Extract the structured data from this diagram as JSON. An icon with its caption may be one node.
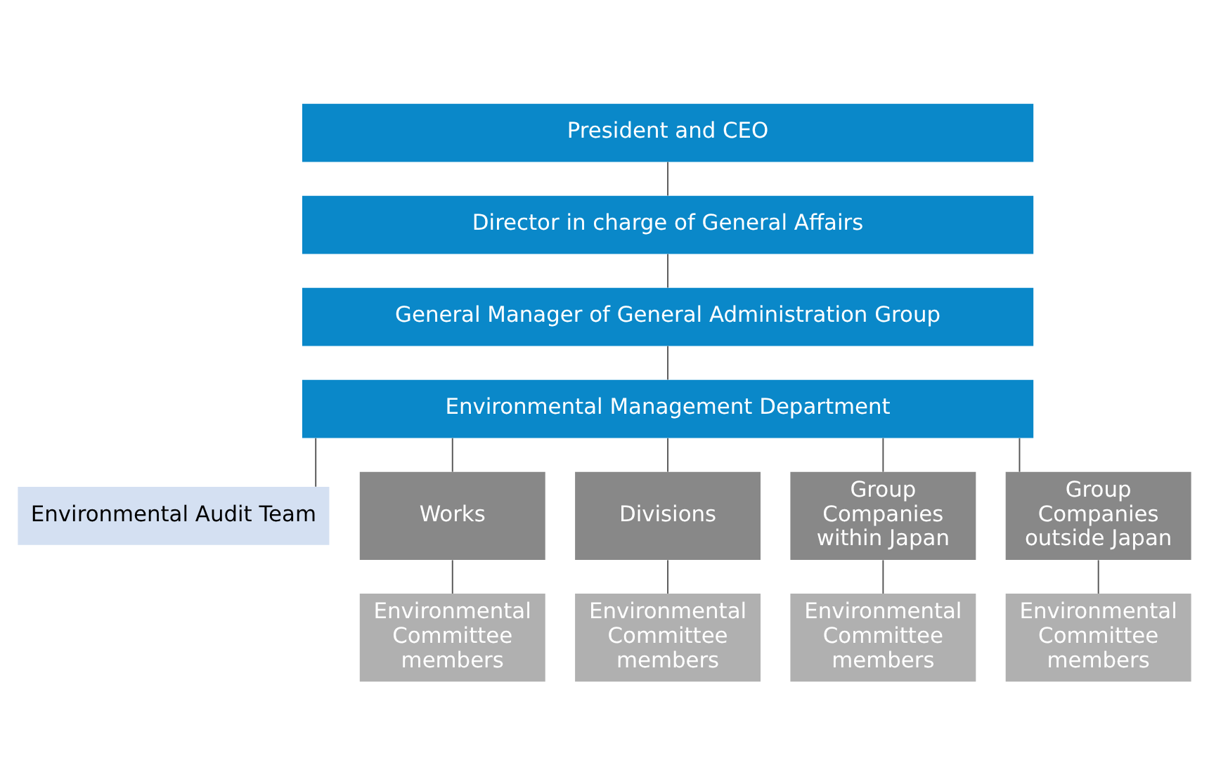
{
  "diagram": {
    "nodes": [
      {
        "text": [
          "President and CEO"
        ]
      },
      {
        "text": [
          "Director in charge of General Affairs"
        ]
      },
      {
        "text": [
          "General Manager of General Administration Group"
        ]
      },
      {
        "text": [
          "Environmental Management Department"
        ]
      },
      {
        "text": [
          "Environmental Audit Team"
        ]
      },
      {
        "text": [
          "Works"
        ]
      },
      {
        "text": [
          "Divisions"
        ]
      },
      {
        "text": [
          "Group Companies within Japan"
        ]
      },
      {
        "text": [
          "Group Companies outside Japan"
        ]
      },
      {
        "text": [
          "Environmental Committee members"
        ]
      },
      {
        "text": [
          "Environmental Committee members"
        ]
      },
      {
        "text": [
          "Environmental Committee members"
        ]
      },
      {
        "text": [
          "Environmental Committee members"
        ]
      }
    ],
    "edges": [
      {
        "from": 0,
        "to": 1,
        "arrow": "none"
      },
      {
        "from": 1,
        "to": 2,
        "arrow": "none"
      },
      {
        "from": 2,
        "to": 3,
        "arrow": "none"
      },
      {
        "from": 3,
        "to": 4,
        "arrow": "none"
      },
      {
        "from": 3,
        "to": 5,
        "arrow": "none"
      },
      {
        "from": 3,
        "to": 6,
        "arrow": "none"
      },
      {
        "from": 3,
        "to": 7,
        "arrow": "none"
      },
      {
        "from": 3,
        "to": 8,
        "arrow": "none"
      },
      {
        "from": 5,
        "to": 9,
        "arrow": "none"
      },
      {
        "from": 6,
        "to": 10,
        "arrow": "none"
      },
      {
        "from": 7,
        "to": 11,
        "arrow": "none"
      },
      {
        "from": 8,
        "to": 12,
        "arrow": "none"
      }
    ]
  }
}
